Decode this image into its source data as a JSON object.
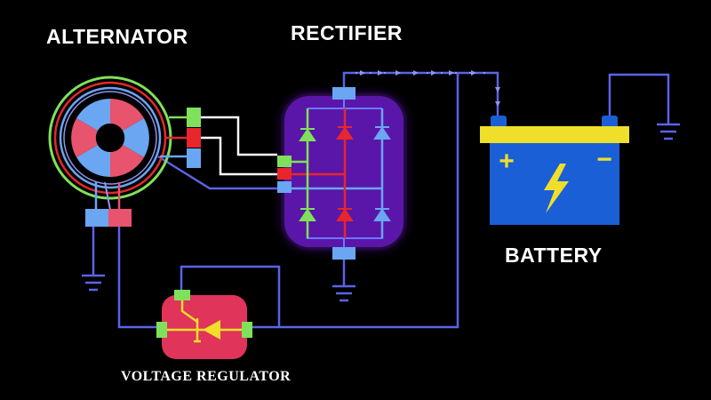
{
  "labels": {
    "alternator": "ALTERNATOR",
    "rectifier": "RECTIFIER",
    "battery": "BATTERY",
    "voltage_regulator": "VOLTAGE REGULATOR"
  },
  "battery_terminals": {
    "positive": "+",
    "negative": "−"
  },
  "colors": {
    "background": "#000000",
    "wire": "#5b63e6",
    "wire_light": "#8f94f0",
    "white_wire": "#ffffff",
    "green": "#7fe15a",
    "red": "#e8262c",
    "light_blue": "#6aa6f2",
    "pink": "#e8536e",
    "rectifier_fill": "#5a17a8",
    "battery_blue": "#1a5fd6",
    "battery_top": "#f0df2a",
    "regulator_fill": "#e0345a",
    "symbol_yellow": "#f0df2a"
  },
  "icons": [
    "ground-icon",
    "diode-icon",
    "lightning-icon",
    "zener-diode-icon"
  ]
}
